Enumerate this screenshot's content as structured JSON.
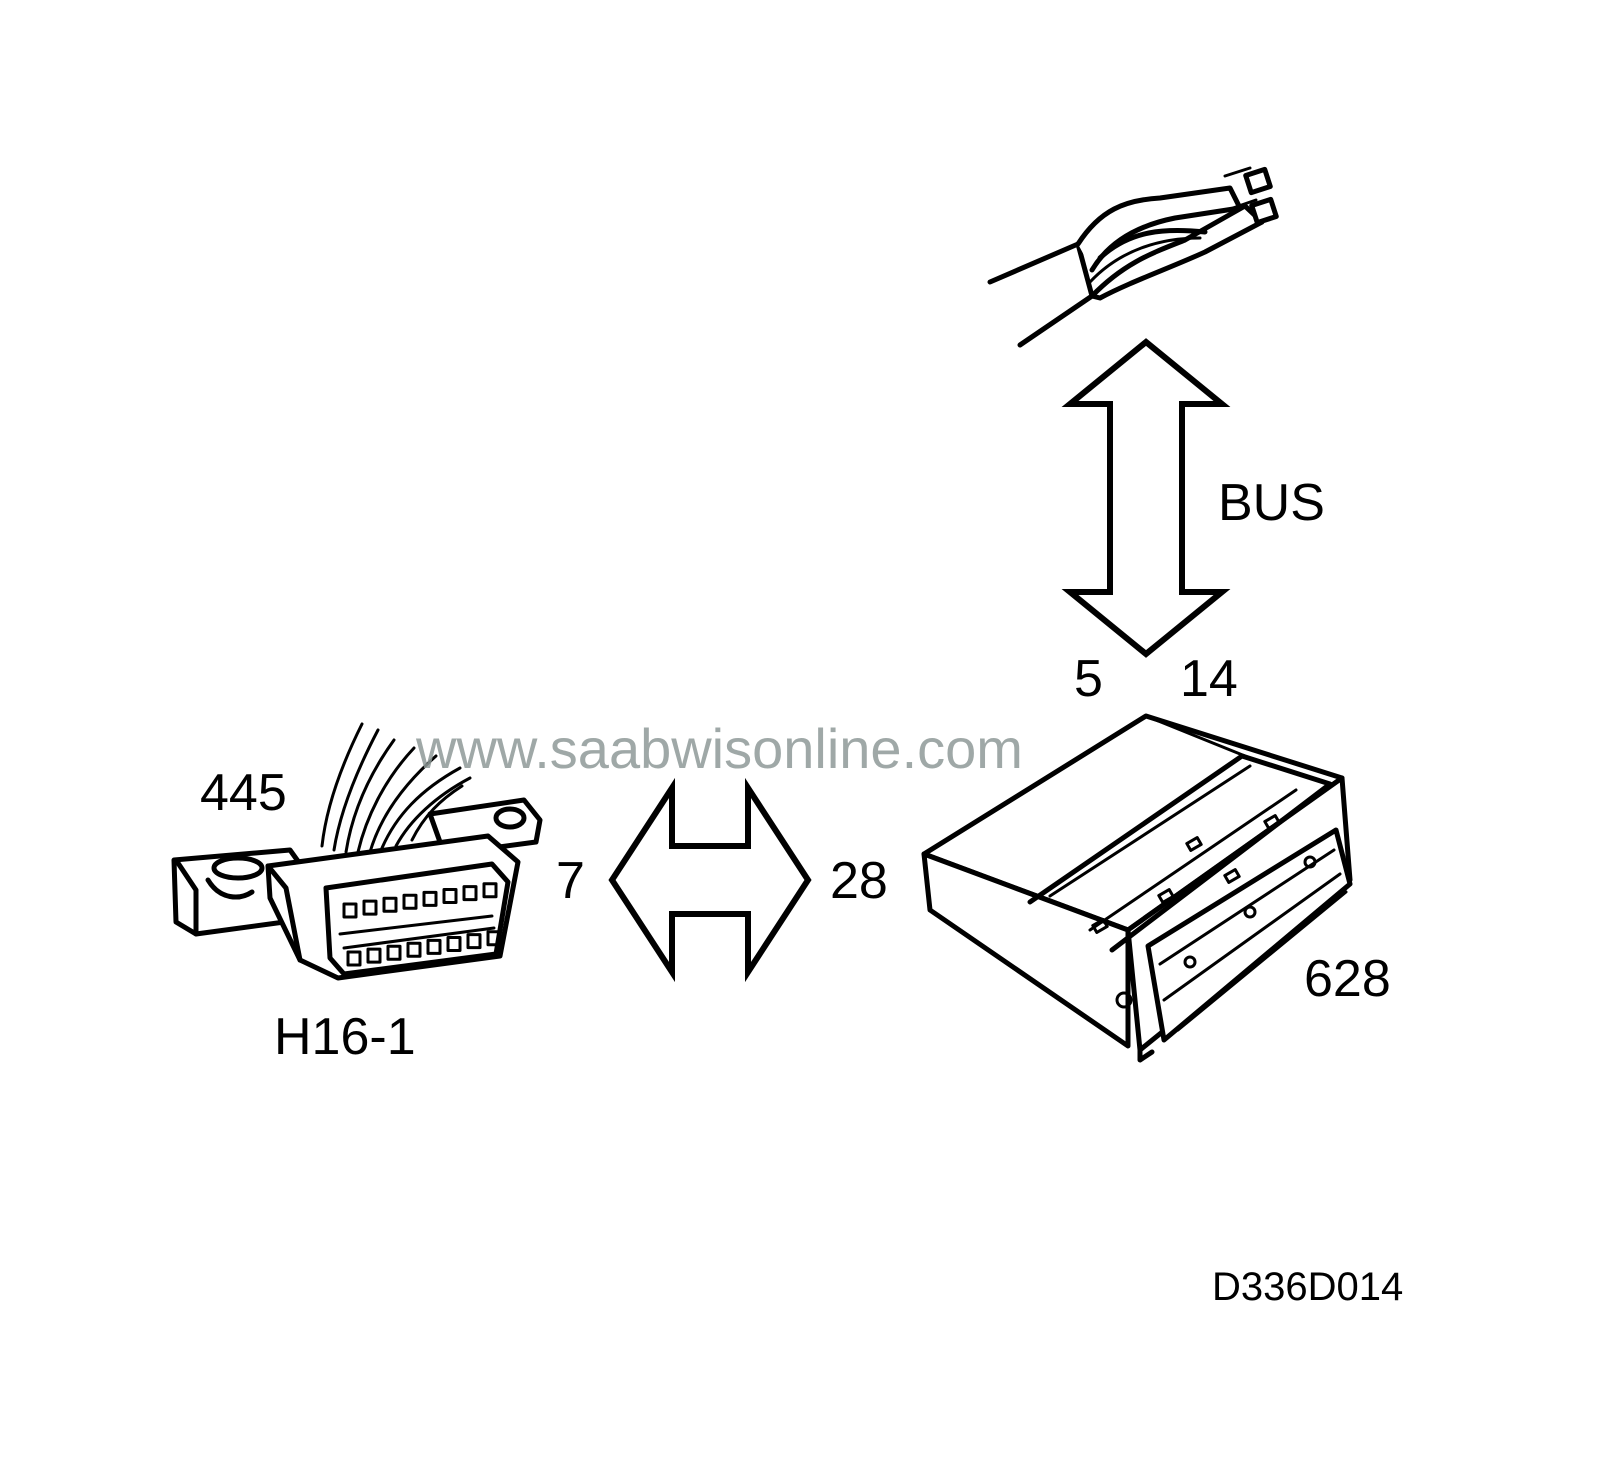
{
  "labels": {
    "bus": "BUS",
    "pin_5": "5",
    "pin_14": "14",
    "label_445": "445",
    "pin_7": "7",
    "pin_28": "28",
    "connector_id": "H16-1",
    "module_id": "628",
    "figure_code": "D336D014"
  },
  "watermark": "www.saabwisonline.com",
  "icons": {
    "twisted_pair": "twisted-pair-cable-icon",
    "diag_connector": "obd-diagnostic-connector-icon",
    "control_module": "control-module-icon",
    "vertical_arrow": "double-headed-vertical-arrow",
    "horizontal_arrow": "double-headed-horizontal-arrow"
  }
}
